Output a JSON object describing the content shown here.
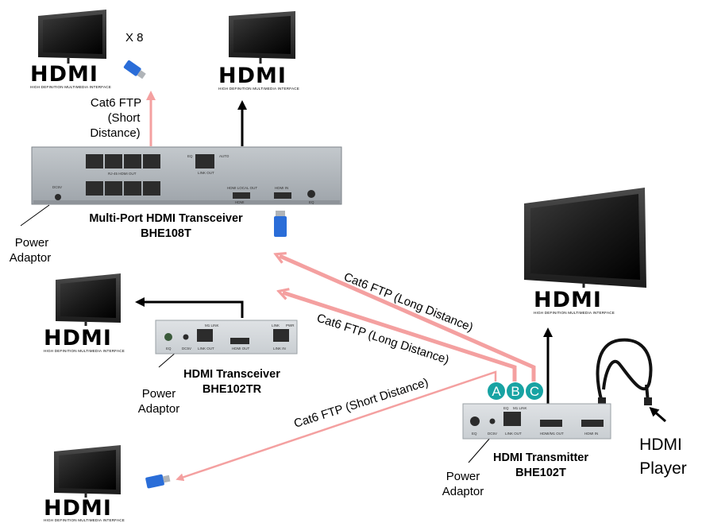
{
  "multiplier": "X 8",
  "hdmi_logo": {
    "word": "HDMI",
    "tagline": "HIGH DEFINITION MULTIMEDIA INTERFACE",
    "tm": "™"
  },
  "cables": {
    "short_top": [
      "Cat6 FTP",
      "(Short",
      "Distance)"
    ],
    "long_a": "Cat6 FTP (Long Distance)",
    "long_b": "Cat6 FTP (Long Distance)",
    "short_c": "Cat6 FTP  (Short Distance)"
  },
  "devices": {
    "bhe108t": {
      "title": "Multi-Port HDMI Transceiver",
      "model": "BHE108T",
      "panel": {
        "dc": "DC5V",
        "rj45": "RJ-45 HDMI OUT",
        "eq": "EQ",
        "auto": "AUTO",
        "link_out": "LINK OUT",
        "hdmi_local": "HDMI LOCAL OUT",
        "hdmi_in": "HDMI IN",
        "eq2": "EQ",
        "hdmi_local2": "HDMI"
      }
    },
    "bhe102tr": {
      "title": "HDMI Transceiver",
      "model": "BHE102TR",
      "panel": {
        "eq": "EQ",
        "dc": "DC5V",
        "m1": "M1 LINK",
        "link_out": "LINK OUT",
        "hdmi_out": "HDMI OUT",
        "link": "LINK",
        "pwr": "PWR",
        "link_in": "LINK IN"
      }
    },
    "bhe102t": {
      "title": "HDMI Transmitter",
      "model": "BHE102T",
      "panel": {
        "eq": "EQ",
        "dc": "DC5V",
        "eq2": "EQ",
        "m1": "M1 LINK",
        "link_out": "LINK OUT",
        "hdmi_out": "HDMI/M1 OUT",
        "hdmi_in": "HDMI IN"
      }
    }
  },
  "power": {
    "p1": [
      "Power",
      "Adaptor"
    ],
    "p2": [
      "Power",
      "Adaptor"
    ],
    "p3": [
      "Power",
      "Adaptor"
    ]
  },
  "badges": [
    "A",
    "B",
    "C"
  ],
  "player": [
    "HDMI",
    "Player"
  ],
  "colors": {
    "pink": "#f4a0a0",
    "teal": "#18a3a3",
    "panel": "#aab0b6",
    "arrow": "#000000"
  }
}
